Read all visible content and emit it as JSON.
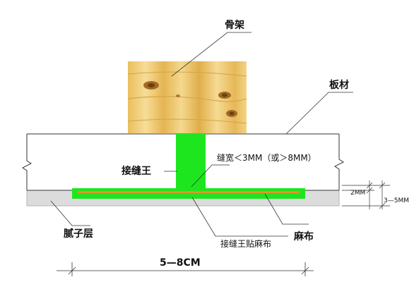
{
  "labels": {
    "frame": "骨架",
    "board": "板材",
    "gap_text": "缝宽＜3MM（或＞8MM）",
    "joint_king": "接缝王",
    "putty_layer": "腻子层",
    "joint_king_tape": "接缝王贴麻布",
    "linen": "麻布",
    "width": "5—8CM",
    "dim_2mm": "2MM",
    "dim_3_5mm": "3—5MM"
  },
  "colors": {
    "joint_green": "#1ee61e",
    "linen_orange": "#e8922a",
    "putty_gray": "#dcdcdc",
    "wood_light": "#f2d48a",
    "wood_dark": "#c9962e",
    "line": "#333333"
  }
}
